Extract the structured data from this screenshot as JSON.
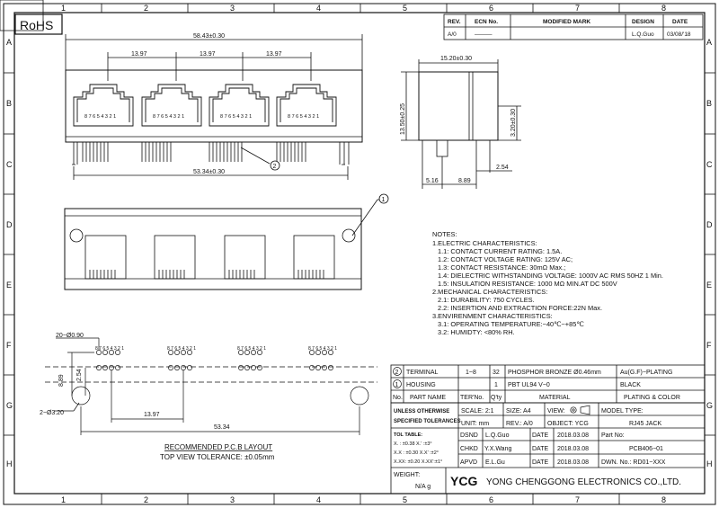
{
  "border": {
    "cols": [
      "1",
      "2",
      "3",
      "4",
      "5",
      "6",
      "7",
      "8"
    ],
    "rows": [
      "A",
      "B",
      "C",
      "D",
      "E",
      "F",
      "G",
      "H"
    ]
  },
  "rohs": "RoHS",
  "revision": {
    "headers": [
      "REV.",
      "ECN No.",
      "MODIFIED MARK",
      "DESIGN",
      "DATE"
    ],
    "row": [
      "A/0",
      "———",
      "",
      "L.Q.Guo",
      "03/08/'18"
    ]
  },
  "dims": {
    "overall_width": "58.43±0.30",
    "pitch1": "13.97",
    "pitch2": "13.97",
    "pitch3": "13.97",
    "pin_span": "53.34±0.30",
    "depth": "15.20±0.30",
    "height": "13.50±0.25",
    "pin_len": "3.20±0.30",
    "pin_offset": "2.54",
    "side_a": "5.16",
    "side_b": "8.89",
    "pcb_holes": "20−Ø0.90",
    "pcb_post": "2−Ø3.20",
    "pcb_h1": "8.89",
    "pcb_h2": "2.54",
    "pcb_pitch": "13.97",
    "pcb_span": "53.34"
  },
  "pin_numbers": "8 7 6 5 4 3 2 1",
  "callouts": {
    "c1": "1",
    "c2": "2"
  },
  "pcb_layout": {
    "title": "RECOMMENDED P.C.B LAYOUT",
    "subtitle": "TOP VIEW TOLERANCE: ±0.05mm"
  },
  "notes": {
    "title": "NOTES:",
    "lines": [
      "1.ELECTRIC CHARACTERISTICS:",
      "  1.1:  CONTACT CURRENT RATING: 1.5A.",
      "  1.2:  CONTACT VOLTAGE RATING: 125V AC;",
      "  1.3:  CONTACT RESISTANCE: 30mΩ Max.;",
      "  1.4:  DIELECTRIC WITHSTANDING VOLTAGE: 1000V AC RMS 50HZ 1 Min.",
      "  1.5:  INSULATION RESISTANCE: 1000 MΩ MIN.AT DC 500V",
      "2.MECHANICAL CHARACTERISTICS:",
      "  2.1:  DURABILITY: 750 CYCLES.",
      "  2.2:  INSERTION AND EXTRACTION FORCE:22N Max.",
      "3.ENVIRENMENT CHARACTERISTICS:",
      "  3.1:  OPERATING TEMPERATURE:−40℃~+85℃",
      "  3.2:  HUMIDTY: <80% RH."
    ]
  },
  "bom": {
    "row2": [
      "2",
      "TERMINAL",
      "1~8",
      "32",
      "PHOSPHOR BRONZE Ø0.46mm",
      "Au(G.F)−PLATING"
    ],
    "row1": [
      "1",
      "HOUSING",
      "",
      "1",
      "PBT UL94 V−0",
      "BLACK"
    ],
    "header": [
      "No.",
      "PART NAME",
      "TER'No.",
      "Q'ty",
      "MATERIAL",
      "PLATING & COLOR"
    ]
  },
  "title_block": {
    "unless1": "UNLESS OTHERWISE",
    "unless2": "SPECIFIED TOLERANCES",
    "scale": "SCALE: 2:1",
    "size": "SIZE: A4",
    "view": "VIEW:",
    "model_type": "MODEL TYPE:",
    "unit": "UNIT:  mm",
    "rev": "REV.: A/0",
    "object": "OBJECT:  YCG",
    "product": "RJ45 JACK",
    "tol_title": "TOL TABLE:",
    "tol1": "X.  : ±0.38   X.'  :±3°",
    "tol2": "X.X : ±0.30   X.X' :±2°",
    "tol3": "X.XX: ±0.20   X.XX':±1°",
    "dsnd": "DSND",
    "dsnd_name": "L.Q.Guo",
    "chkd": "CHKD",
    "chkd_name": "Y.X.Wang",
    "apvd": "APVD",
    "apvd_name": "E.L.Gu",
    "date_label": "DATE",
    "date1": "2018.03.08",
    "date2": "2018.03.08",
    "date3": "2018.03.08",
    "part_no_label": "Part No:",
    "part_no": "PCB406−01",
    "dwn_no": "DWN. No.:  RD01−XXX",
    "weight": "WEIGHT:",
    "weight_val": "N/A  g",
    "company": "YONG CHENGGONG ELECTRONICS CO.,LTD.",
    "logo": "YCG"
  }
}
